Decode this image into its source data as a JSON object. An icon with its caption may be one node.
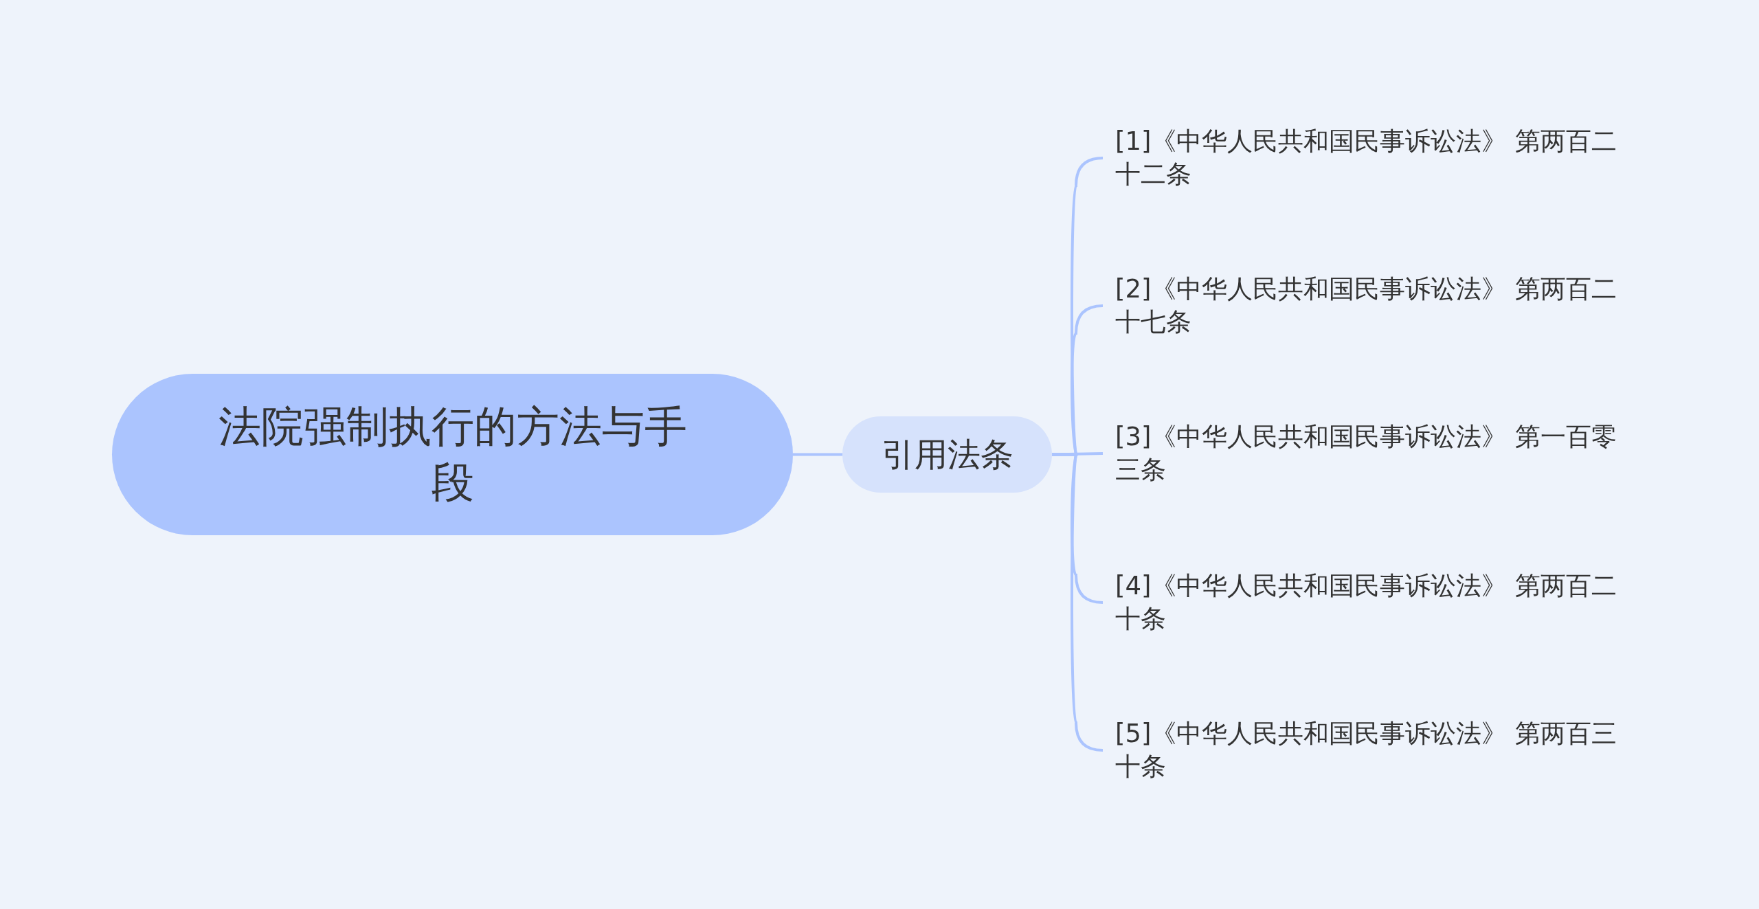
{
  "diagram": {
    "nodes": [
      {
        "text": [
          "法院强制执行的方法与手段"
        ]
      },
      {
        "text": [
          "引用法条"
        ]
      },
      {
        "text": [
          "[1]《中华人民共和国民事诉讼法》 第两百二十二条"
        ]
      },
      {
        "text": [
          "[2]《中华人民共和国民事诉讼法》 第两百二十七条"
        ]
      },
      {
        "text": [
          "[3]《中华人民共和国民事诉讼法》 第一百零三条"
        ]
      },
      {
        "text": [
          "[4]《中华人民共和国民事诉讼法》 第两百二十条"
        ]
      },
      {
        "text": [
          "[5]《中华人民共和国民事诉讼法》 第两百三十条"
        ]
      }
    ],
    "edges": [
      {
        "from": 0,
        "to": 1,
        "arrow": "none"
      },
      {
        "from": 1,
        "to": 2,
        "arrow": "none"
      },
      {
        "from": 1,
        "to": 3,
        "arrow": "none"
      },
      {
        "from": 1,
        "to": 4,
        "arrow": "none"
      },
      {
        "from": 1,
        "to": 5,
        "arrow": "none"
      },
      {
        "from": 1,
        "to": 6,
        "arrow": "none"
      }
    ]
  }
}
